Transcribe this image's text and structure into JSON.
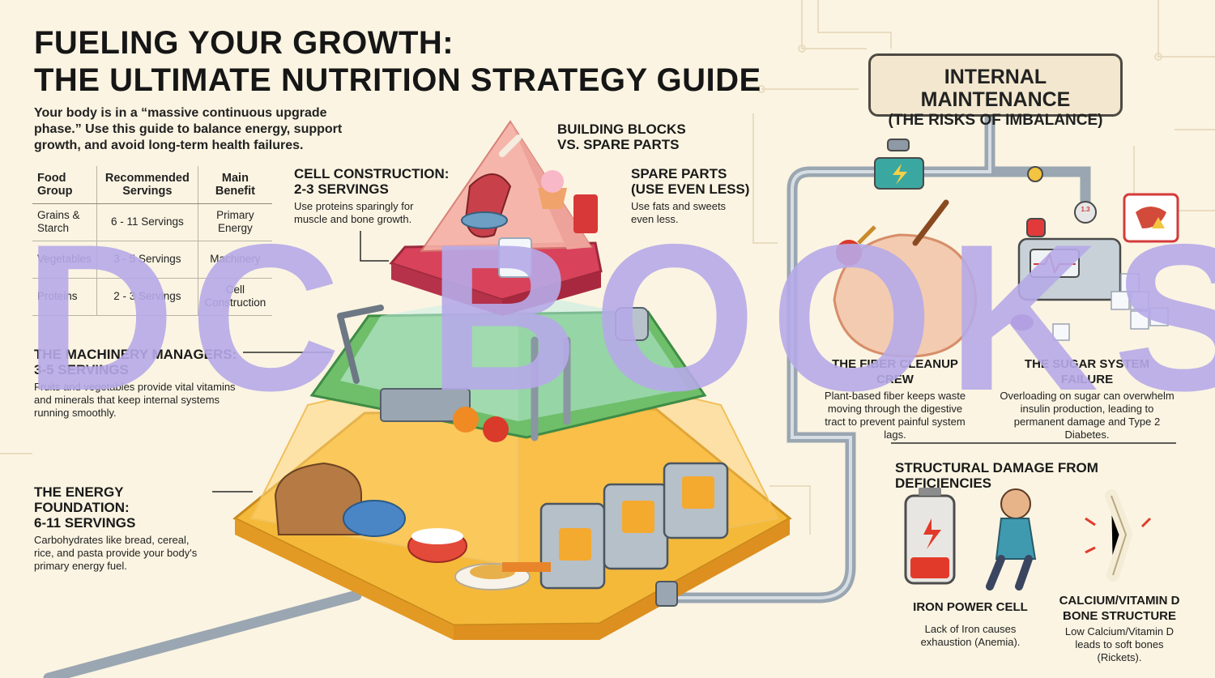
{
  "header": {
    "title_line1": "FUELING YOUR GROWTH:",
    "title_line2": "THE ULTIMATE NUTRITION STRATEGY GUIDE",
    "intro": "Your body is in a “massive continuous upgrade phase.” Use this guide to balance energy, support growth, and avoid long-term health failures."
  },
  "table": {
    "headers": [
      "Food Group",
      "Recommended Servings",
      "Main Benefit"
    ],
    "rows": [
      [
        "Grains & Starch",
        "6 - 11 Servings",
        "Primary Energy"
      ],
      [
        "Vegetables",
        "3 - 5 Servings",
        "Machinery"
      ],
      [
        "Proteins",
        "2 - 3 Servings",
        "Cell Construction"
      ]
    ]
  },
  "pyramid_labels": {
    "building_blocks": "BUILDING BLOCKS\nVS. SPARE PARTS",
    "cell_title": "CELL CONSTRUCTION:\n2-3 SERVINGS",
    "cell_body": "Use proteins sparingly for muscle and bone growth.",
    "spare_title": "SPARE PARTS\n(USE EVEN LESS)",
    "spare_body": "Use fats and sweets even less.",
    "machinery_title": "THE MACHINERY MANAGERS:\n3-5 SERVINGS",
    "machinery_body": "Fruits and vegetables provide vital vitamins and minerals that keep internal systems running smoothly.",
    "energy_title": "THE ENERGY FOUNDATION:\n6-11 SERVINGS",
    "energy_body": "Carbohydrates like bread, cereal, rice, and pasta provide your body's primary energy fuel."
  },
  "maintenance": {
    "title": "INTERNAL MAINTENANCE",
    "subtitle": "(THE RISKS OF IMBALANCE)",
    "fiber_title": "THE FIBER CLEANUP CREW",
    "fiber_body": "Plant-based fiber keeps waste moving through the digestive tract to prevent painful system lags.",
    "sugar_title": "THE SUGAR SYSTEM FAILURE",
    "sugar_body": "Overloading on sugar can overwhelm insulin production, leading to permanent damage and Type 2 Diabetes.",
    "gauge_label": "1.3"
  },
  "deficiencies": {
    "title": "STRUCTURAL DAMAGE FROM DEFICIENCIES",
    "iron_title": "IRON POWER CELL",
    "iron_body": "Lack of Iron causes exhaustion (Anemia).",
    "calcium_title": "CALCIUM/VITAMIN D\nBONE STRUCTURE",
    "calcium_body": "Low Calcium/Vitamin D leads to soft bones (Rickets)."
  },
  "watermark": "DC BOOKS",
  "colors": {
    "background": "#fbf4e2",
    "grains_layer": "#f5b93a",
    "veg_layer": "#6fbe6a",
    "protein_layer": "#d9425b",
    "top_layer": "#f3a7a0",
    "pipe": "#a9b3bd",
    "watermark": "#b6aae8"
  }
}
